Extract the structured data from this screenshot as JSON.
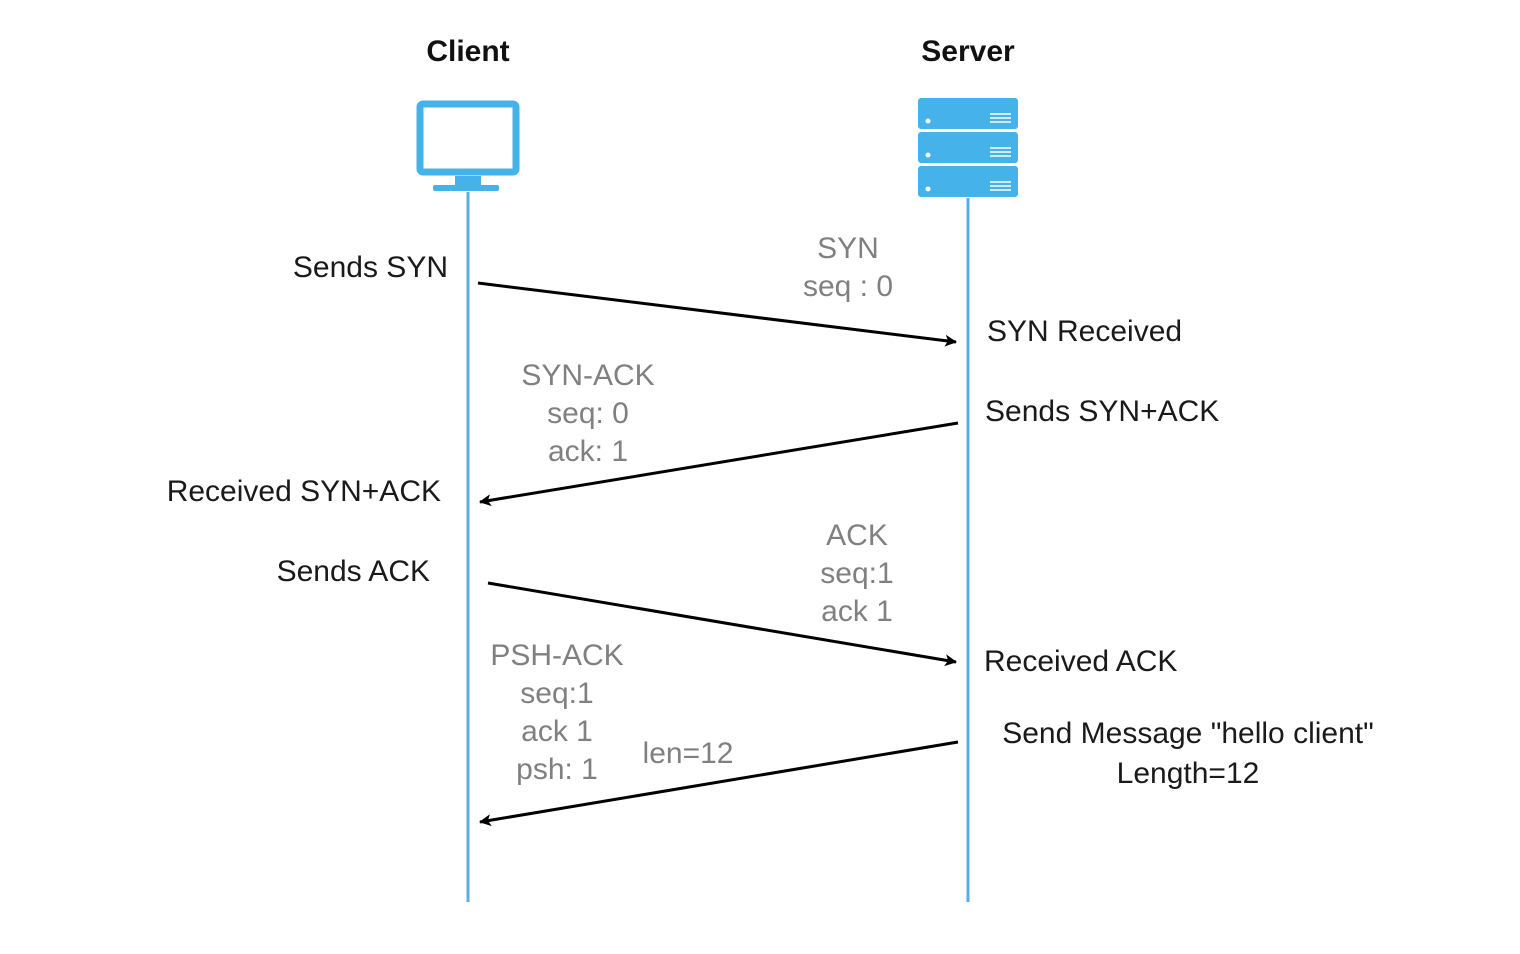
{
  "actors": {
    "client": {
      "label": "Client",
      "icon": "monitor-icon"
    },
    "server": {
      "label": "Server",
      "icon": "server-rack-icon"
    }
  },
  "colors": {
    "lifeline": "#5aaee8",
    "icon": "#45b3ea",
    "arrow": "#000000",
    "message_text": "#808080",
    "event_text": "#1a1a1a"
  },
  "events": {
    "sends_syn": "Sends SYN",
    "syn_received": "SYN Received",
    "sends_syn_ack": "Sends SYN+ACK",
    "received_syn_ack": "Received SYN+ACK",
    "sends_ack": "Sends ACK",
    "received_ack": "Received ACK",
    "send_message": [
      "Send Message \"hello client\"",
      "Length=12"
    ]
  },
  "messages": [
    {
      "id": "syn",
      "lines": [
        "SYN",
        "seq : 0"
      ]
    },
    {
      "id": "syn_ack",
      "lines": [
        "SYN-ACK",
        "seq: 0",
        "ack: 1"
      ]
    },
    {
      "id": "ack",
      "lines": [
        "ACK",
        "seq:1",
        "ack 1"
      ]
    },
    {
      "id": "psh_ack",
      "lines": [
        "PSH-ACK",
        "seq:1",
        "ack 1",
        "psh: 1"
      ],
      "extra": "len=12"
    }
  ]
}
